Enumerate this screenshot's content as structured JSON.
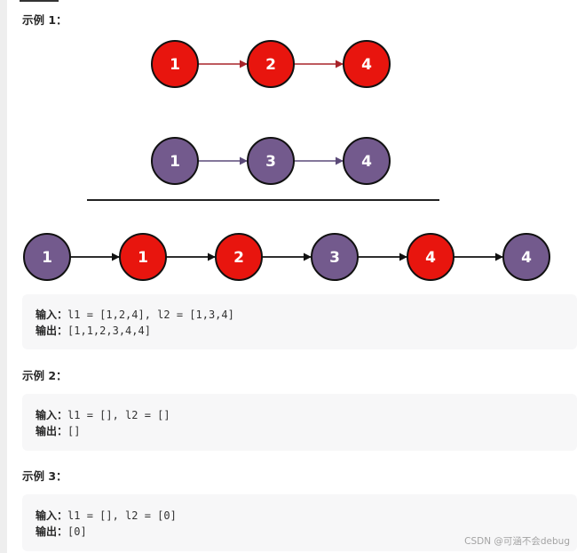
{
  "examples": [
    {
      "heading": "示例 1：",
      "input_label": "输入：",
      "input_value": "l1 = [1,2,4], l2 = [1,3,4]",
      "output_label": "输出：",
      "output_value": "[1,1,2,3,4,4]"
    },
    {
      "heading": "示例 2：",
      "input_label": "输入：",
      "input_value": "l1 = [], l2 = []",
      "output_label": "输出：",
      "output_value": "[]"
    },
    {
      "heading": "示例 3：",
      "input_label": "输入：",
      "input_value": "l1 = [], l2 = [0]",
      "output_label": "输出：",
      "output_value": "[0]"
    }
  ],
  "diagram": {
    "colors": {
      "red": "#e8150e",
      "purple": "#735a8d",
      "red_arrow": "#a8232a",
      "purple_arrow": "#5b4a78"
    },
    "list1": [
      {
        "label": "1",
        "color": "red"
      },
      {
        "label": "2",
        "color": "red"
      },
      {
        "label": "4",
        "color": "red"
      }
    ],
    "list2": [
      {
        "label": "1",
        "color": "purple"
      },
      {
        "label": "3",
        "color": "purple"
      },
      {
        "label": "4",
        "color": "purple"
      }
    ],
    "merged": [
      {
        "label": "1",
        "color": "purple"
      },
      {
        "label": "1",
        "color": "red"
      },
      {
        "label": "2",
        "color": "red"
      },
      {
        "label": "3",
        "color": "purple"
      },
      {
        "label": "4",
        "color": "red"
      },
      {
        "label": "4",
        "color": "purple"
      }
    ]
  },
  "watermark": "CSDN @可涵不会debug"
}
